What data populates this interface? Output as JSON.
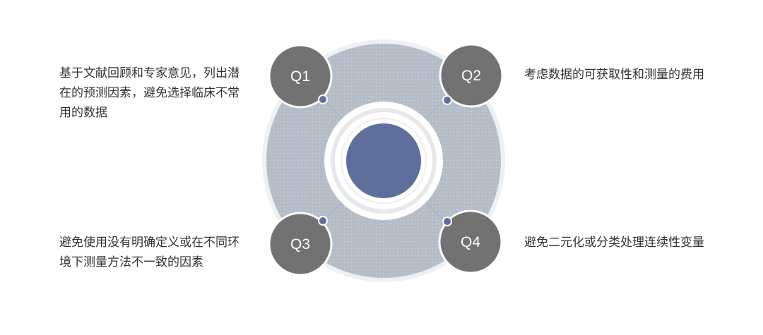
{
  "colors": {
    "ring_outer": "#eef0f3",
    "ring_main": "#b4bcc8",
    "inner_white": "#ffffff",
    "inner_stroke": "#e7e8ea",
    "core": "#5e6f9c",
    "node_fill": "#727272",
    "node_border": "#ffffff",
    "dot": "#5e6f9c",
    "text": "#333333"
  },
  "nodes": [
    {
      "id": "q1",
      "label": "Q1",
      "text": "基于文献回顾和专家意见，列出潜在的预测因素，避免选择临床不常用的数据"
    },
    {
      "id": "q2",
      "label": "Q2",
      "text": "考虑数据的可获取性和测量的费用"
    },
    {
      "id": "q3",
      "label": "Q3",
      "text": "避免使用没有明确定义或在不同环境下测量方法不一致的因素"
    },
    {
      "id": "q4",
      "label": "Q4",
      "text": "避免二元化或分类处理连续性变量"
    }
  ]
}
